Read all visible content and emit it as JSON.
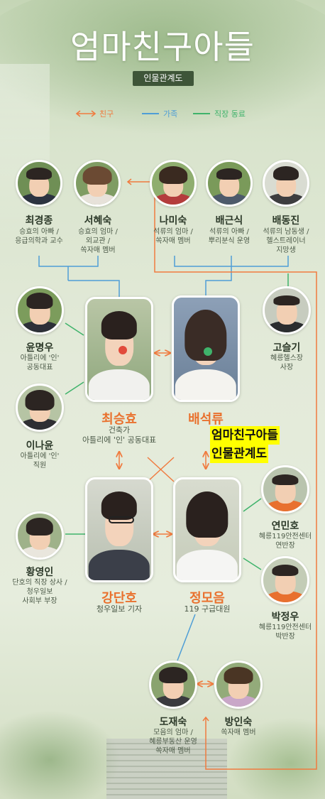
{
  "title": "엄마친구아들",
  "subtitle": "인물관계도",
  "legend": {
    "friend": "친구",
    "family": "가족",
    "coworker": "직장 동료"
  },
  "colors": {
    "friend": "#f07b3f",
    "family": "#4f9ed6",
    "coworker": "#3fb36b",
    "name": "#2d3a2a",
    "lead_name": "#e9712e"
  },
  "overlay": {
    "line1": "엄마친구아들",
    "line2": "인물관계도"
  },
  "characters": [
    {
      "key": "choi_kyungjong",
      "name": "최경종",
      "desc": [
        "승효의 아빠 /",
        "응급의학과 교수"
      ]
    },
    {
      "key": "seo_hyesuk",
      "name": "서혜숙",
      "desc": [
        "승효의 엄마 /",
        "외교관 /",
        "쏙자매 멤버"
      ]
    },
    {
      "key": "na_misuk",
      "name": "나미숙",
      "desc": [
        "석류의 엄마 /",
        "쏙자매 멤버"
      ]
    },
    {
      "key": "bae_geunsik",
      "name": "배근식",
      "desc": [
        "석류의 아빠 /",
        "뿌리분식 운영"
      ]
    },
    {
      "key": "bae_dongjin",
      "name": "배동진",
      "desc": [
        "석류의 남동생 /",
        "헬스트레이너",
        "지망생"
      ]
    },
    {
      "key": "yoon_myungwoo",
      "name": "윤명우",
      "desc": [
        "아틀리에 '인'",
        "공동대표"
      ]
    },
    {
      "key": "go_seulgi",
      "name": "고슬기",
      "desc": [
        "혜릉헬스장",
        "사장"
      ]
    },
    {
      "key": "lee_nayoon",
      "name": "이나윤",
      "desc": [
        "아틀리에 '인'",
        "직원"
      ]
    },
    {
      "key": "choi_seunghyo",
      "name": "최승효",
      "desc": [
        "건축가",
        "아틀리에 '인' 공동대표"
      ]
    },
    {
      "key": "bae_seokryu",
      "name": "배석류",
      "desc": []
    },
    {
      "key": "yeon_minho",
      "name": "연민호",
      "desc": [
        "혜릉119안전센터",
        "연반장"
      ]
    },
    {
      "key": "hwang_youngin",
      "name": "황영인",
      "desc": [
        "단호의 직장 상사 /",
        "청우일보",
        "사회부 부장"
      ]
    },
    {
      "key": "kang_danho",
      "name": "강단호",
      "desc": [
        "청우일보 기자"
      ]
    },
    {
      "key": "jung_moeum",
      "name": "정모음",
      "desc": [
        "119 구급대원"
      ]
    },
    {
      "key": "park_jungwoo",
      "name": "박정우",
      "desc": [
        "혜릉119안전센터",
        "박반장"
      ]
    },
    {
      "key": "do_jaesuk",
      "name": "도재숙",
      "desc": [
        "모음의 엄마 /",
        "혜릉부동산 운영",
        "쏙자매 멤버"
      ]
    },
    {
      "key": "bang_insuk",
      "name": "방인숙",
      "desc": [
        "쏙자매 멤버"
      ]
    }
  ]
}
